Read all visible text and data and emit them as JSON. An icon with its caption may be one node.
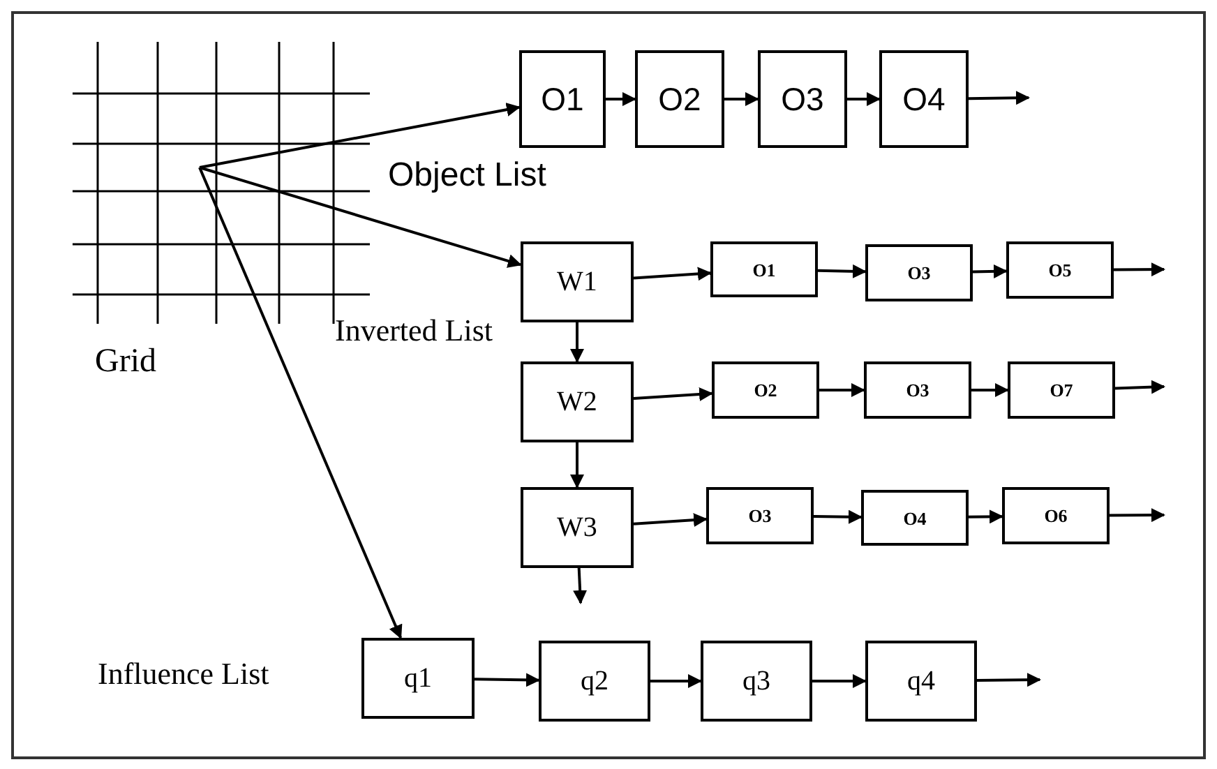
{
  "diagram": {
    "nodes": [
      {
        "text": [
          "Grid"
        ]
      },
      {
        "text": [
          "O1"
        ]
      },
      {
        "text": [
          "O2"
        ]
      },
      {
        "text": [
          "O3"
        ]
      },
      {
        "text": [
          "O4"
        ]
      },
      {
        "text": [
          "W1"
        ]
      },
      {
        "text": [
          "O1"
        ]
      },
      {
        "text": [
          "O3"
        ]
      },
      {
        "text": [
          "O5"
        ]
      },
      {
        "text": [
          "W2"
        ]
      },
      {
        "text": [
          "O2"
        ]
      },
      {
        "text": [
          "O3"
        ]
      },
      {
        "text": [
          "O7"
        ]
      },
      {
        "text": [
          "W3"
        ]
      },
      {
        "text": [
          "O3"
        ]
      },
      {
        "text": [
          "O4"
        ]
      },
      {
        "text": [
          "O6"
        ]
      },
      {
        "text": [
          "q1"
        ]
      },
      {
        "text": [
          "q2"
        ]
      },
      {
        "text": [
          "q3"
        ]
      },
      {
        "text": [
          "q4"
        ]
      }
    ],
    "edges": [
      {
        "from": 0,
        "to": 1,
        "arrow": "to"
      },
      {
        "from": 0,
        "to": 5,
        "arrow": "to"
      },
      {
        "from": 0,
        "to": 17,
        "arrow": "to"
      },
      {
        "from": 1,
        "to": 2,
        "arrow": "to"
      },
      {
        "from": 2,
        "to": 3,
        "arrow": "to"
      },
      {
        "from": 3,
        "to": 4,
        "arrow": "to"
      },
      {
        "from": 4,
        "to": null,
        "arrow": "to"
      },
      {
        "from": 5,
        "to": 6,
        "arrow": "to"
      },
      {
        "from": 6,
        "to": 7,
        "arrow": "to"
      },
      {
        "from": 7,
        "to": 8,
        "arrow": "to"
      },
      {
        "from": 8,
        "to": null,
        "arrow": "to"
      },
      {
        "from": 5,
        "to": 9,
        "arrow": "to"
      },
      {
        "from": 9,
        "to": 10,
        "arrow": "to"
      },
      {
        "from": 10,
        "to": 11,
        "arrow": "to"
      },
      {
        "from": 11,
        "to": 12,
        "arrow": "to"
      },
      {
        "from": 12,
        "to": null,
        "arrow": "to"
      },
      {
        "from": 9,
        "to": 13,
        "arrow": "to"
      },
      {
        "from": 13,
        "to": 14,
        "arrow": "to"
      },
      {
        "from": 14,
        "to": 15,
        "arrow": "to"
      },
      {
        "from": 15,
        "to": 16,
        "arrow": "to"
      },
      {
        "from": 16,
        "to": null,
        "arrow": "to"
      },
      {
        "from": 13,
        "to": null,
        "arrow": "to"
      },
      {
        "from": 17,
        "to": 18,
        "arrow": "to"
      },
      {
        "from": 18,
        "to": 19,
        "arrow": "to"
      },
      {
        "from": 19,
        "to": 20,
        "arrow": "to"
      },
      {
        "from": 20,
        "to": null,
        "arrow": "to"
      }
    ],
    "labels": [
      "Object List",
      "Inverted List",
      "Influence List"
    ]
  }
}
